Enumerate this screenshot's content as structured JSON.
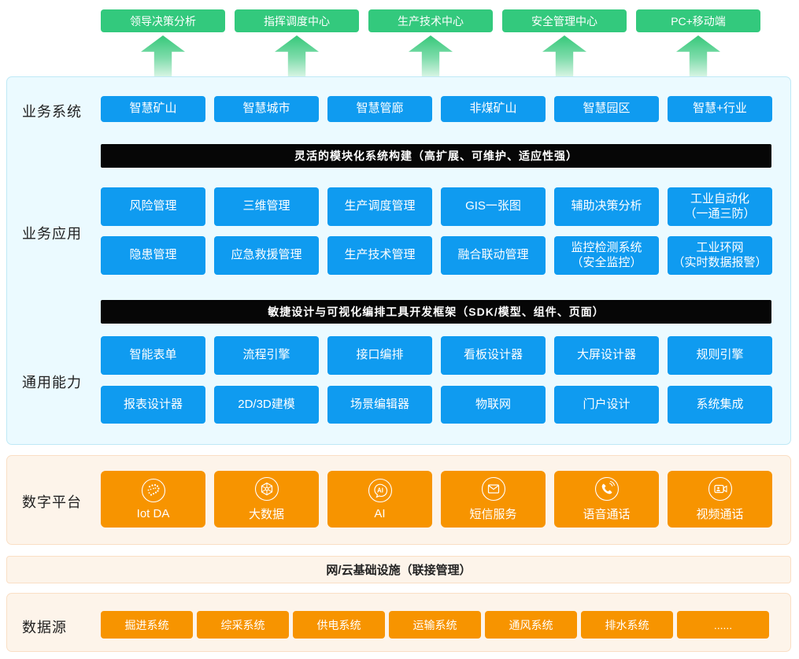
{
  "colors": {
    "accent_green": "#33c97d",
    "accent_blue": "#0f9bf0",
    "accent_orange": "#f79400",
    "banner_bg": "#060606",
    "panel_blue_bg": "#ebfaff",
    "panel_blue_border": "#bfe9f6",
    "panel_cream_bg": "#fdf4ea",
    "panel_cream_border": "#fadfc5"
  },
  "top_row": [
    "领导决策分析",
    "指挥调度中心",
    "生产技术中心",
    "安全管理中心",
    "PC+移动端"
  ],
  "section_labels": {
    "business_systems": "业务系统",
    "business_apps": "业务应用",
    "common_capabilities": "通用能力",
    "digital_platform": "数字平台",
    "data_sources": "数据源"
  },
  "business_systems": [
    "智慧矿山",
    "智慧城市",
    "智慧管廊",
    "非煤矿山",
    "智慧园区",
    "智慧+行业"
  ],
  "banner1": "灵活的模块化系统构建（高扩展、可维护、适应性强）",
  "business_apps_row1": [
    "风险管理",
    "三维管理",
    "生产调度管理",
    "GIS一张图",
    "辅助决策分析",
    "工业自动化\n（一通三防）"
  ],
  "business_apps_row2": [
    "隐患管理",
    "应急救援管理",
    "生产技术管理",
    "融合联动管理",
    "监控检测系统\n（安全监控）",
    "工业环网\n（实时数据报警）"
  ],
  "banner2": "敏捷设计与可视化编排工具开发框架（SDK/模型、组件、页面）",
  "capabilities_row1": [
    "智能表单",
    "流程引擎",
    "接口编排",
    "看板设计器",
    "大屏设计器",
    "规则引擎"
  ],
  "capabilities_row2": [
    "报表设计器",
    "2D/3D建模",
    "场景编辑器",
    "物联网",
    "门户设计",
    "系统集成"
  ],
  "digital_platform": [
    {
      "icon": "iot-da-icon",
      "label": "Iot DA"
    },
    {
      "icon": "big-data-icon",
      "label": "大数据"
    },
    {
      "icon": "ai-icon",
      "label": "AI"
    },
    {
      "icon": "sms-icon",
      "label": "短信服务"
    },
    {
      "icon": "voice-call-icon",
      "label": "语音通话"
    },
    {
      "icon": "video-call-icon",
      "label": "视频通话"
    }
  ],
  "infrastructure": "网/云基础设施（联接管理）",
  "data_sources": [
    "掘进系统",
    "综采系统",
    "供电系统",
    "运输系统",
    "通风系统",
    "排水系统",
    "......"
  ]
}
